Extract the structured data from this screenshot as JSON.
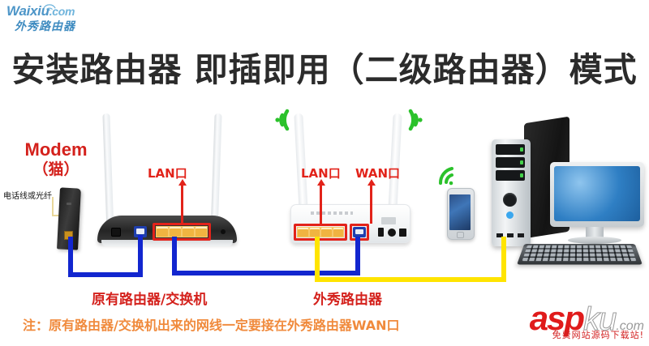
{
  "logo": {
    "brand": "Waixiu.com",
    "brand_main": "Waixiu",
    "brand_suffix": ".com",
    "subtitle": "外秀路由器",
    "wifi_icon": "wifi-icon",
    "color": "#4e96c8"
  },
  "title": "安装路由器 即插即用（二级路由器）模式",
  "modem": {
    "label_main": "Modem",
    "label_sub": "（猫）",
    "phone_line_label": "电话线或光纤",
    "color": "#d4211c"
  },
  "router1": {
    "port_label": "LAN口",
    "device_label": "原有路由器/交换机",
    "lan_port_count": 4,
    "wan_port": "wan-port",
    "power_port": "power-port"
  },
  "router2": {
    "lan_label": "LAN口",
    "wan_label": "WAN口",
    "device_label": "外秀路由器",
    "lan_port_count": 4,
    "usb_port": "usb-port",
    "power_port": "power-port",
    "reset_button": "reset-button"
  },
  "devices": {
    "phone": "smartphone",
    "pc_tower": "desktop-tower",
    "monitor": "monitor",
    "keyboard": "keyboard"
  },
  "wifi_signals": {
    "count": 3,
    "color": "#2bc22b"
  },
  "cables": {
    "ethernet_color": "#1226cf",
    "lan_cable_color": "#ffe400",
    "phone_line_color": "#e8d79a"
  },
  "note": "注：原有路由器/交换机出来的网线一定要接在外秀路由器WAN口",
  "note_color": "#f08a3c",
  "watermark": {
    "asp": "asp",
    "ku": "ku",
    "dotcom": ".com",
    "tagline": "免费网站源码下载站!"
  }
}
